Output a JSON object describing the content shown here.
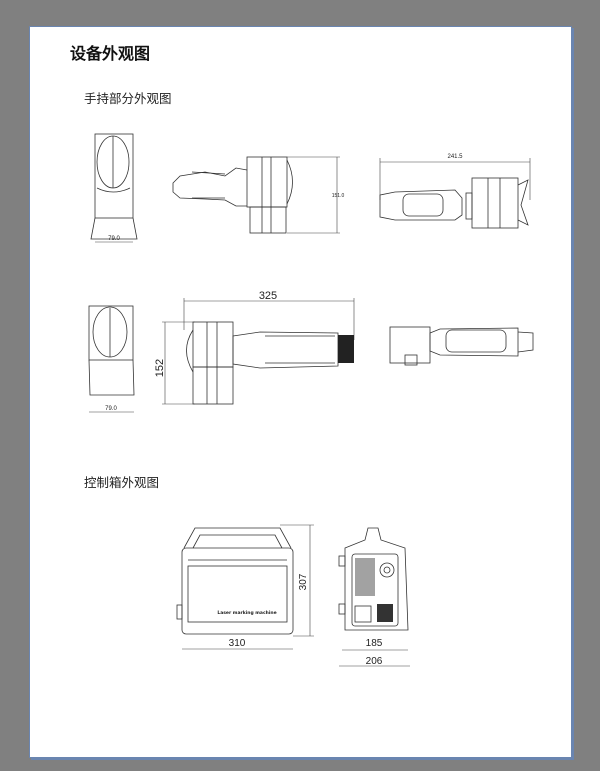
{
  "document": {
    "title": "设备外观图",
    "sections": [
      {
        "heading": "手持部分外观图",
        "views": [
          {
            "dimension": "79.0"
          },
          {
            "dimension": "151.0"
          },
          {
            "dimension": "241.5"
          },
          {
            "dimension": "79.0"
          },
          {
            "dimension": "325",
            "dimension2": "152"
          },
          {}
        ]
      },
      {
        "heading": "控制箱外观图",
        "front_panel_text": "Laser marking machine",
        "dimensions": {
          "width": "310",
          "height": "307",
          "depth": "185",
          "depth_total": "206"
        }
      }
    ]
  },
  "colors": {
    "background": "#808080",
    "page": "#ffffff",
    "page_border": "#6a85b0"
  }
}
